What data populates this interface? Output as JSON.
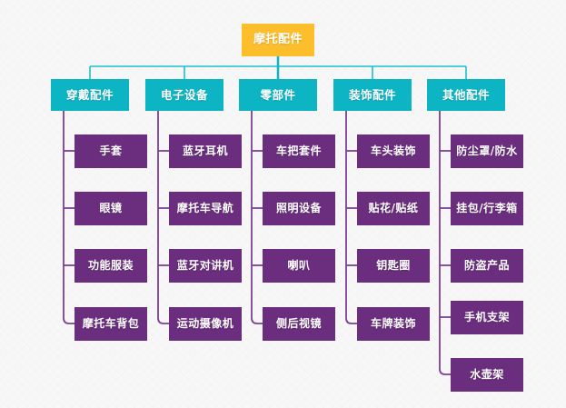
{
  "diagram": {
    "title": "摩托配件",
    "type": "org-tree",
    "background_color": "#f7f7f8",
    "colors": {
      "root": "#fdbe2c",
      "level2": "#0cb4c4",
      "leaf": "#6b2d7e",
      "level2_connector": "#0cb4c4",
      "leaf_connector": "#7b3f96",
      "text": "#ffffff"
    },
    "root": {
      "label": "摩托配件"
    },
    "branches": [
      {
        "label": "穿戴配件",
        "children": [
          {
            "label": "手套"
          },
          {
            "label": "眼镜"
          },
          {
            "label": "功能服装"
          },
          {
            "label": "摩托车背包"
          }
        ]
      },
      {
        "label": "电子设备",
        "children": [
          {
            "label": "蓝牙耳机"
          },
          {
            "label": "摩托车导航"
          },
          {
            "label": "蓝牙对讲机"
          },
          {
            "label": "运动摄像机"
          }
        ]
      },
      {
        "label": "零部件",
        "children": [
          {
            "label": "车把套件"
          },
          {
            "label": "照明设备"
          },
          {
            "label": "喇叭"
          },
          {
            "label": "侧后视镜"
          }
        ]
      },
      {
        "label": "装饰配件",
        "children": [
          {
            "label": "车头装饰"
          },
          {
            "label": "贴花/贴纸"
          },
          {
            "label": "钥匙圈"
          },
          {
            "label": "车牌装饰"
          }
        ]
      },
      {
        "label": "其他配件",
        "children": [
          {
            "label": "防尘罩/防水"
          },
          {
            "label": "挂包/行李箱"
          },
          {
            "label": "防盗产品"
          },
          {
            "label": "手机支架"
          },
          {
            "label": "水壶架"
          }
        ]
      }
    ]
  }
}
